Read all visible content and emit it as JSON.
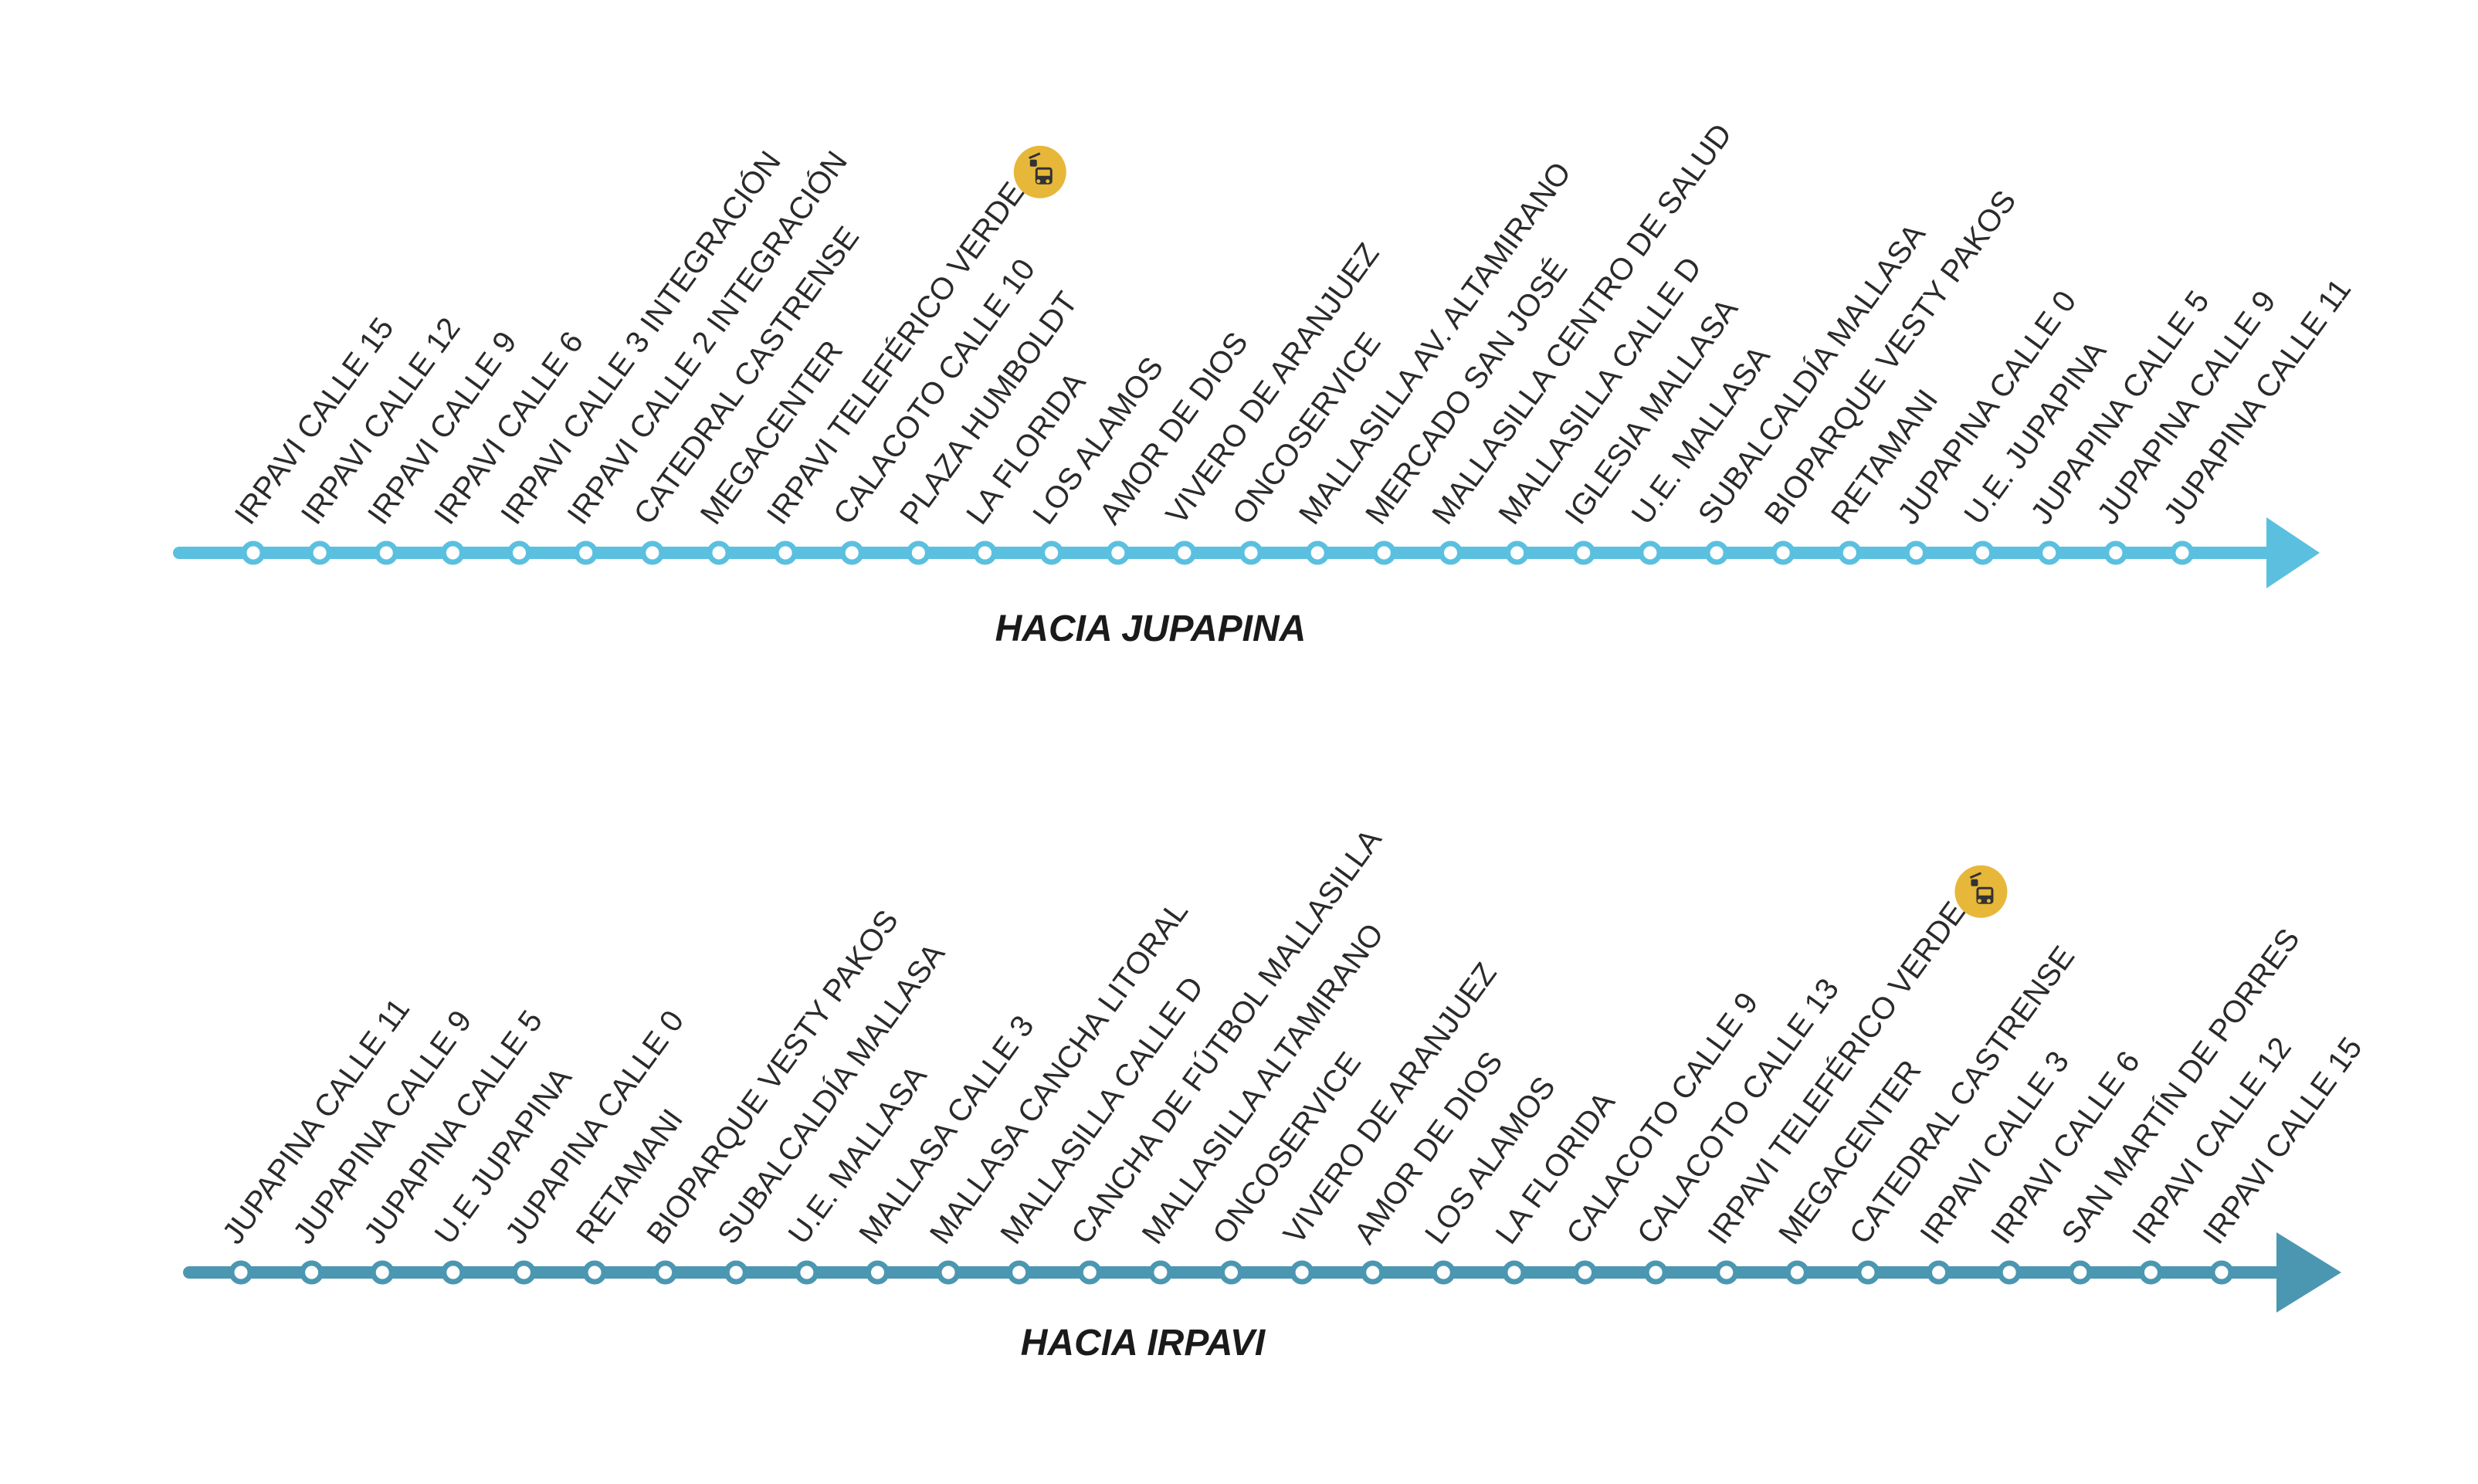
{
  "colors": {
    "route_1": "#5bc0e0",
    "route_2": "#4b97b1",
    "transfer_badge": "#e7b73a",
    "transfer_icon": "#333333",
    "label_text": "#2a2a2a"
  },
  "routes": [
    {
      "id": "route-1",
      "title": "HACIA JUPAPINA",
      "color": "#5bc0e0",
      "stops": [
        {
          "name": "IRPAVI CALLE 15"
        },
        {
          "name": "IRPAVI CALLE 12"
        },
        {
          "name": "IRPAVI CALLE 9"
        },
        {
          "name": "IRPAVI CALLE 6"
        },
        {
          "name": "IRPAVI CALLE 3 INTEGRACIÓN"
        },
        {
          "name": "IRPAVI CALLE 2 INTEGRACIÓN"
        },
        {
          "name": "CATEDRAL CASTRENSE"
        },
        {
          "name": "MEGACENTER"
        },
        {
          "name": "IRPAVI TELEFÉRICO VERDE",
          "transfer": true,
          "transfer_icon": "cable-car-bus-icon"
        },
        {
          "name": "CALACOTO CALLE 10"
        },
        {
          "name": "PLAZA HUMBOLDT"
        },
        {
          "name": "LA FLORIDA"
        },
        {
          "name": "LOS ALAMOS"
        },
        {
          "name": "AMOR DE DIOS"
        },
        {
          "name": "VIVERO DE ARANJUEZ"
        },
        {
          "name": "ONCOSERVICE"
        },
        {
          "name": "MALLASILLA AV. ALTAMIRANO"
        },
        {
          "name": "MERCADO SAN JOSÉ"
        },
        {
          "name": "MALLASILLA CENTRO DE SALUD"
        },
        {
          "name": "MALLASILLA CALLE D"
        },
        {
          "name": "IGLESIA MALLASA"
        },
        {
          "name": "U.E. MALLASA"
        },
        {
          "name": "SUBALCALDÍA MALLASA"
        },
        {
          "name": "BIOPARQUE VESTY PAKOS"
        },
        {
          "name": "RETAMANI"
        },
        {
          "name": "JUPAPINA CALLE 0"
        },
        {
          "name": "U.E. JUPAPINA"
        },
        {
          "name": "JUPAPINA CALLE 5"
        },
        {
          "name": "JUPAPINA CALLE 9"
        },
        {
          "name": "JUPAPINA CALLE 11"
        }
      ]
    },
    {
      "id": "route-2",
      "title": "HACIA IRPAVI",
      "color": "#4b97b1",
      "stops": [
        {
          "name": "JUPAPINA CALLE 11"
        },
        {
          "name": "JUPAPINA CALLE 9"
        },
        {
          "name": "JUPAPINA CALLE 5"
        },
        {
          "name": "U.E JUPAPINA"
        },
        {
          "name": "JUPAPINA CALLE 0"
        },
        {
          "name": "RETAMANI"
        },
        {
          "name": "BIOPARQUE VESTY PAKOS"
        },
        {
          "name": "SUBALCALDÍA MALLASA"
        },
        {
          "name": "U.E. MALLASA"
        },
        {
          "name": "MALLASA CALLE 3"
        },
        {
          "name": "MALLASA CANCHA LITORAL"
        },
        {
          "name": "MALLASILLA CALLE D"
        },
        {
          "name": "CANCHA DE FÚTBOL MALLASILLA"
        },
        {
          "name": "MALLASILLA ALTAMIRANO"
        },
        {
          "name": "ONCOSERVICE"
        },
        {
          "name": "VIVERO DE ARANJUEZ"
        },
        {
          "name": "AMOR DE DIOS"
        },
        {
          "name": "LOS ALAMOS"
        },
        {
          "name": "LA FLORIDA"
        },
        {
          "name": "CALACOTO CALLE 9"
        },
        {
          "name": "CALACOTO CALLE 13"
        },
        {
          "name": "IRPAVI TELEFÉRICO VERDE",
          "transfer": true,
          "transfer_icon": "cable-car-bus-icon"
        },
        {
          "name": "MEGACENTER"
        },
        {
          "name": "CATEDRAL CASTRENSE"
        },
        {
          "name": "IRPAVI CALLE 3"
        },
        {
          "name": "IRPAVI CALLE 6"
        },
        {
          "name": "SAN MARTÍN DE PORRES"
        },
        {
          "name": "IRPAVI CALLE 12"
        },
        {
          "name": "IRPAVI CALLE 15"
        }
      ]
    }
  ]
}
